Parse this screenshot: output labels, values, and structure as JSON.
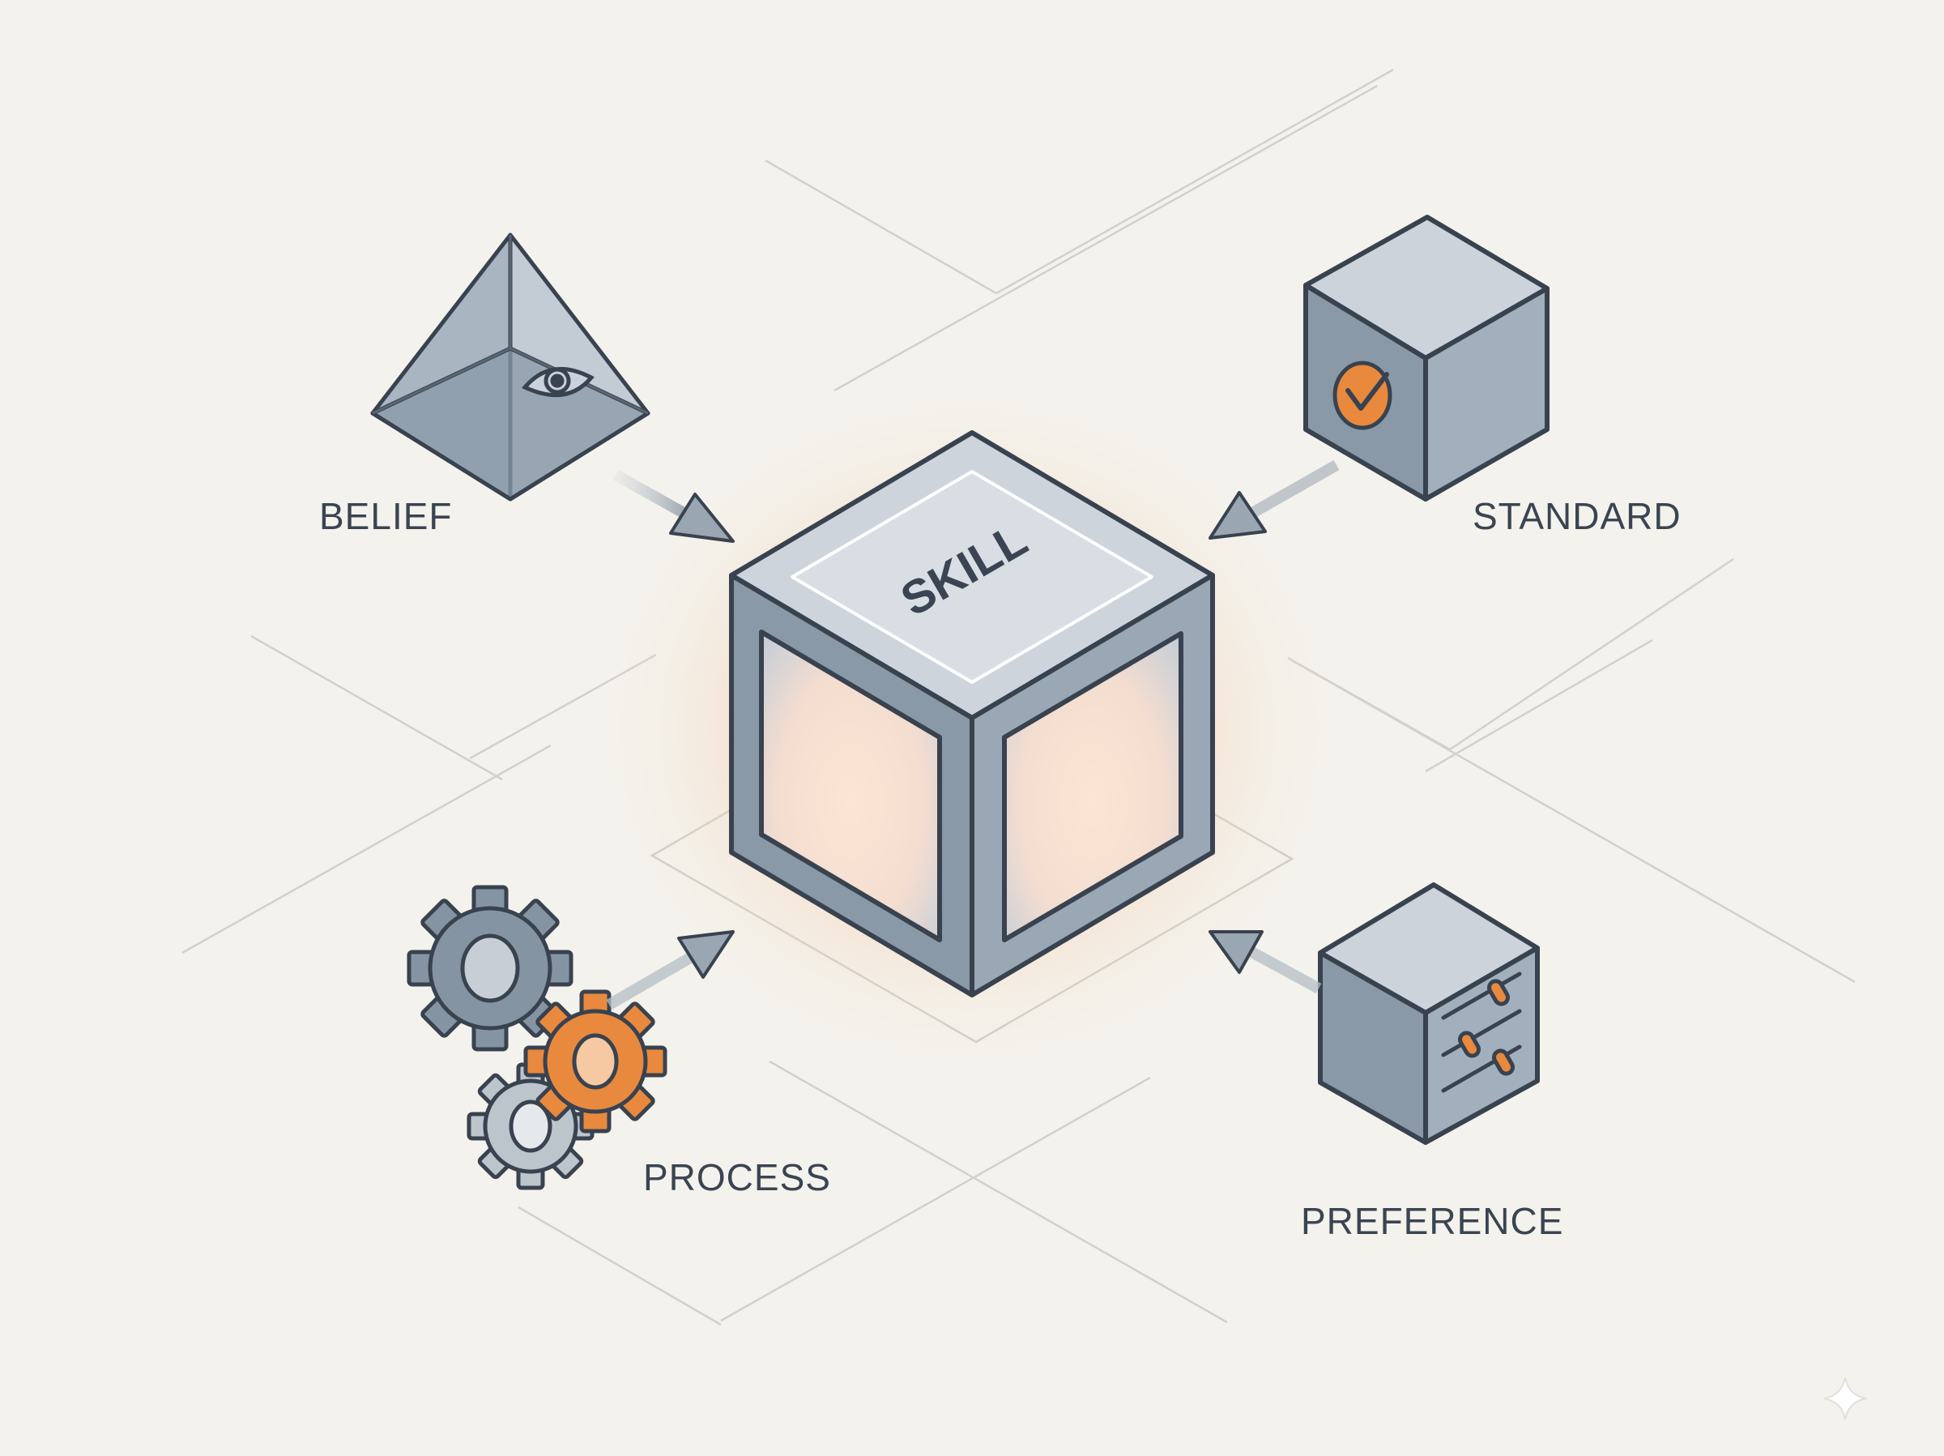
{
  "center": {
    "label": "SKILL"
  },
  "nodes": {
    "belief": {
      "label": "BELIEF",
      "icon": "eye-pyramid-icon"
    },
    "standard": {
      "label": "STANDARD",
      "icon": "checkmark-cube-icon"
    },
    "process": {
      "label": "PROCESS",
      "icon": "gears-icon"
    },
    "preference": {
      "label": "PREFERENCE",
      "icon": "slider-cube-icon"
    }
  },
  "colors": {
    "background": "#f4f2ec",
    "stroke": "#39424f",
    "face_light": "#c9d1da",
    "face_mid": "#9aa8b6",
    "face_dark": "#7d8d9d",
    "accent": "#e8893d",
    "glow": "#f6b27d"
  }
}
